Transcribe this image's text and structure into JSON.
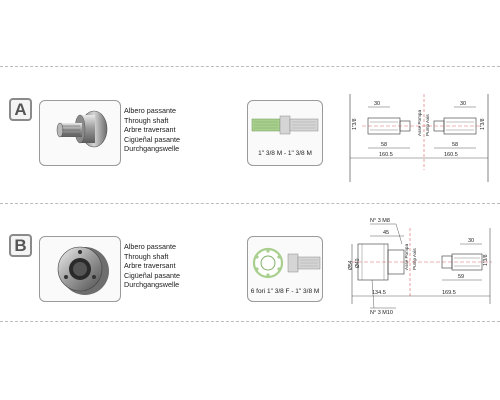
{
  "sections": [
    {
      "letter": "A",
      "labels": [
        "Albero passante",
        "Through shaft",
        "Arbre traversant",
        "Cigüeñal pasante",
        "Durchgangswelle"
      ],
      "shaft_caption": "1\" 3/8 M - 1\" 3/8 M",
      "dims": {
        "d1": "30",
        "d2": "30",
        "d3": "58",
        "d4": "58",
        "d5": "160.5",
        "d6": "160.5",
        "dia_left": "1\"3/8",
        "dia_right": "1\"3/8"
      },
      "axis_labels": [
        "Asse Pompa",
        "Pump Axis"
      ]
    },
    {
      "letter": "B",
      "labels": [
        "Albero passante",
        "Through shaft",
        "Arbre traversant",
        "Cigüeñal pasante",
        "Durchgangswelle"
      ],
      "shaft_caption": "6 fori 1\" 3/8 F - 1\" 3/8 M",
      "dims": {
        "top_note": "N° 3 M8",
        "bottom_note": "N° 3 M10",
        "d45": "45",
        "d54": "Ø54",
        "d40": "Ø40",
        "d30": "30",
        "d59": "59",
        "d1345": "134.5",
        "d1695": "169.5",
        "dia_right": "1\"3/8"
      },
      "axis_labels": [
        "Asse Pompa",
        "Pump Axis"
      ]
    }
  ],
  "colors": {
    "shaft_green": "#a9cf8f",
    "line": "#333333",
    "axis_red": "#d04040",
    "badge_border": "#8a8a8a"
  }
}
